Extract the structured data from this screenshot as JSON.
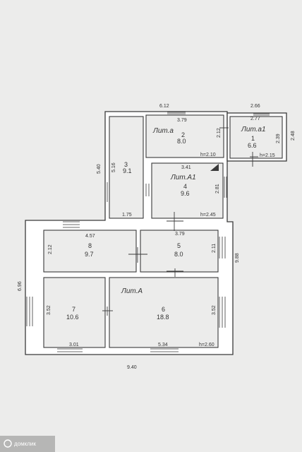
{
  "plan": {
    "overall": {
      "width": "9.40",
      "depth": "6.96",
      "top_width": "6.12",
      "left_upper": "5.40",
      "right": "9.88"
    },
    "sections": {
      "lit_a_main": "Лит.А",
      "lit_a1": "Лит.А1",
      "lit_a_small": "Лит.а",
      "lit_a1_small": "Лит.а1"
    },
    "rooms": [
      {
        "num": "1",
        "area": "6.6",
        "dims": [
          "2.66",
          "2.77",
          "2.39",
          "2.48"
        ],
        "height": "h=2.15"
      },
      {
        "num": "2",
        "area": "8.0",
        "dims": [
          "3.79",
          "2.12"
        ],
        "height": "h=2.10"
      },
      {
        "num": "3",
        "area": "9.1",
        "dims": [
          "5.16",
          "1.75"
        ]
      },
      {
        "num": "4",
        "area": "9.6",
        "dims": [
          "3.41",
          "2.81"
        ],
        "height": "h=2.45"
      },
      {
        "num": "5",
        "area": "8.0",
        "dims": [
          "3.79",
          "2.11"
        ]
      },
      {
        "num": "6",
        "area": "18.8",
        "dims": [
          "3.52",
          "5.34"
        ],
        "height": "h=2.60"
      },
      {
        "num": "7",
        "area": "10.6",
        "dims": [
          "3.52",
          "3.01"
        ]
      },
      {
        "num": "8",
        "area": "9.7",
        "dims": [
          "4.57",
          "2.12"
        ]
      }
    ]
  },
  "watermark": "домклик"
}
